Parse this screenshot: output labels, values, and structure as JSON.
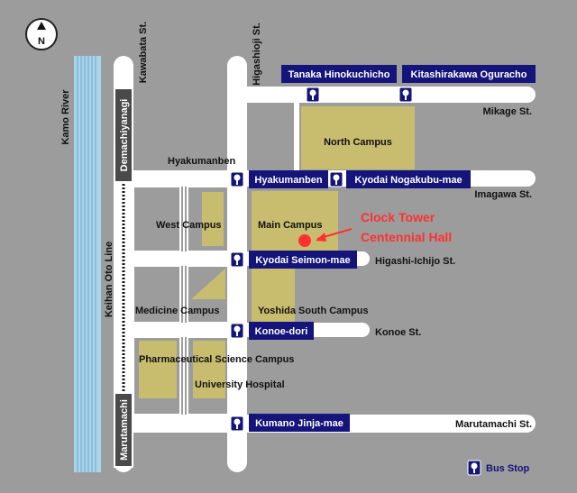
{
  "compass": {
    "label": "N"
  },
  "rivers": {
    "kamo": "Kamo River"
  },
  "railway": {
    "name": "Keihan Oto Line"
  },
  "stations": {
    "demachiyanagi": "Demachiyanagi",
    "marutamachi": "Marutamachi"
  },
  "streets": {
    "kawabata": "Kawabata St.",
    "higashioji": "Higashioji St.",
    "mikage": "Mikage St.",
    "hyakumanben": "Hyakumanben",
    "imagawa": "Imagawa St.",
    "higashi_ichijo": "Higashi-Ichijo St.",
    "konoe": "Konoe St.",
    "marutamachi": "Marutamachi St."
  },
  "campuses": {
    "north": "North Campus",
    "main": "Main Campus",
    "west": "West Campus",
    "medicine": "Medicine Campus",
    "yoshida_south": "Yoshida South Campus",
    "pharma": "Pharmaceutical Science Campus",
    "hospital": "University Hospital"
  },
  "bus_stops": {
    "tanaka": "Tanaka Hinokuchicho",
    "kitashirakawa": "Kitashirakawa Ogurachо",
    "hyakumanben": "Hyakumanben",
    "nogakubu": "Kyodai Nogakubu-mae",
    "seimon": "Kyodai Seimon-mae",
    "konoe": "Konoe-dori",
    "kumano": "Kumano Jinja-mae"
  },
  "landmark": {
    "line1": "Clock Tower",
    "line2": "Centennial Hall"
  },
  "legend": {
    "bus_stop": "Bus Stop"
  },
  "colors": {
    "background": "#9c9c9c",
    "road": "#ffffff",
    "campus": "#c8bd6e",
    "river": "#a9d4ea",
    "stop_label": "#14147a",
    "station_box": "#4a4a4a",
    "landmark": "#ff3030"
  }
}
